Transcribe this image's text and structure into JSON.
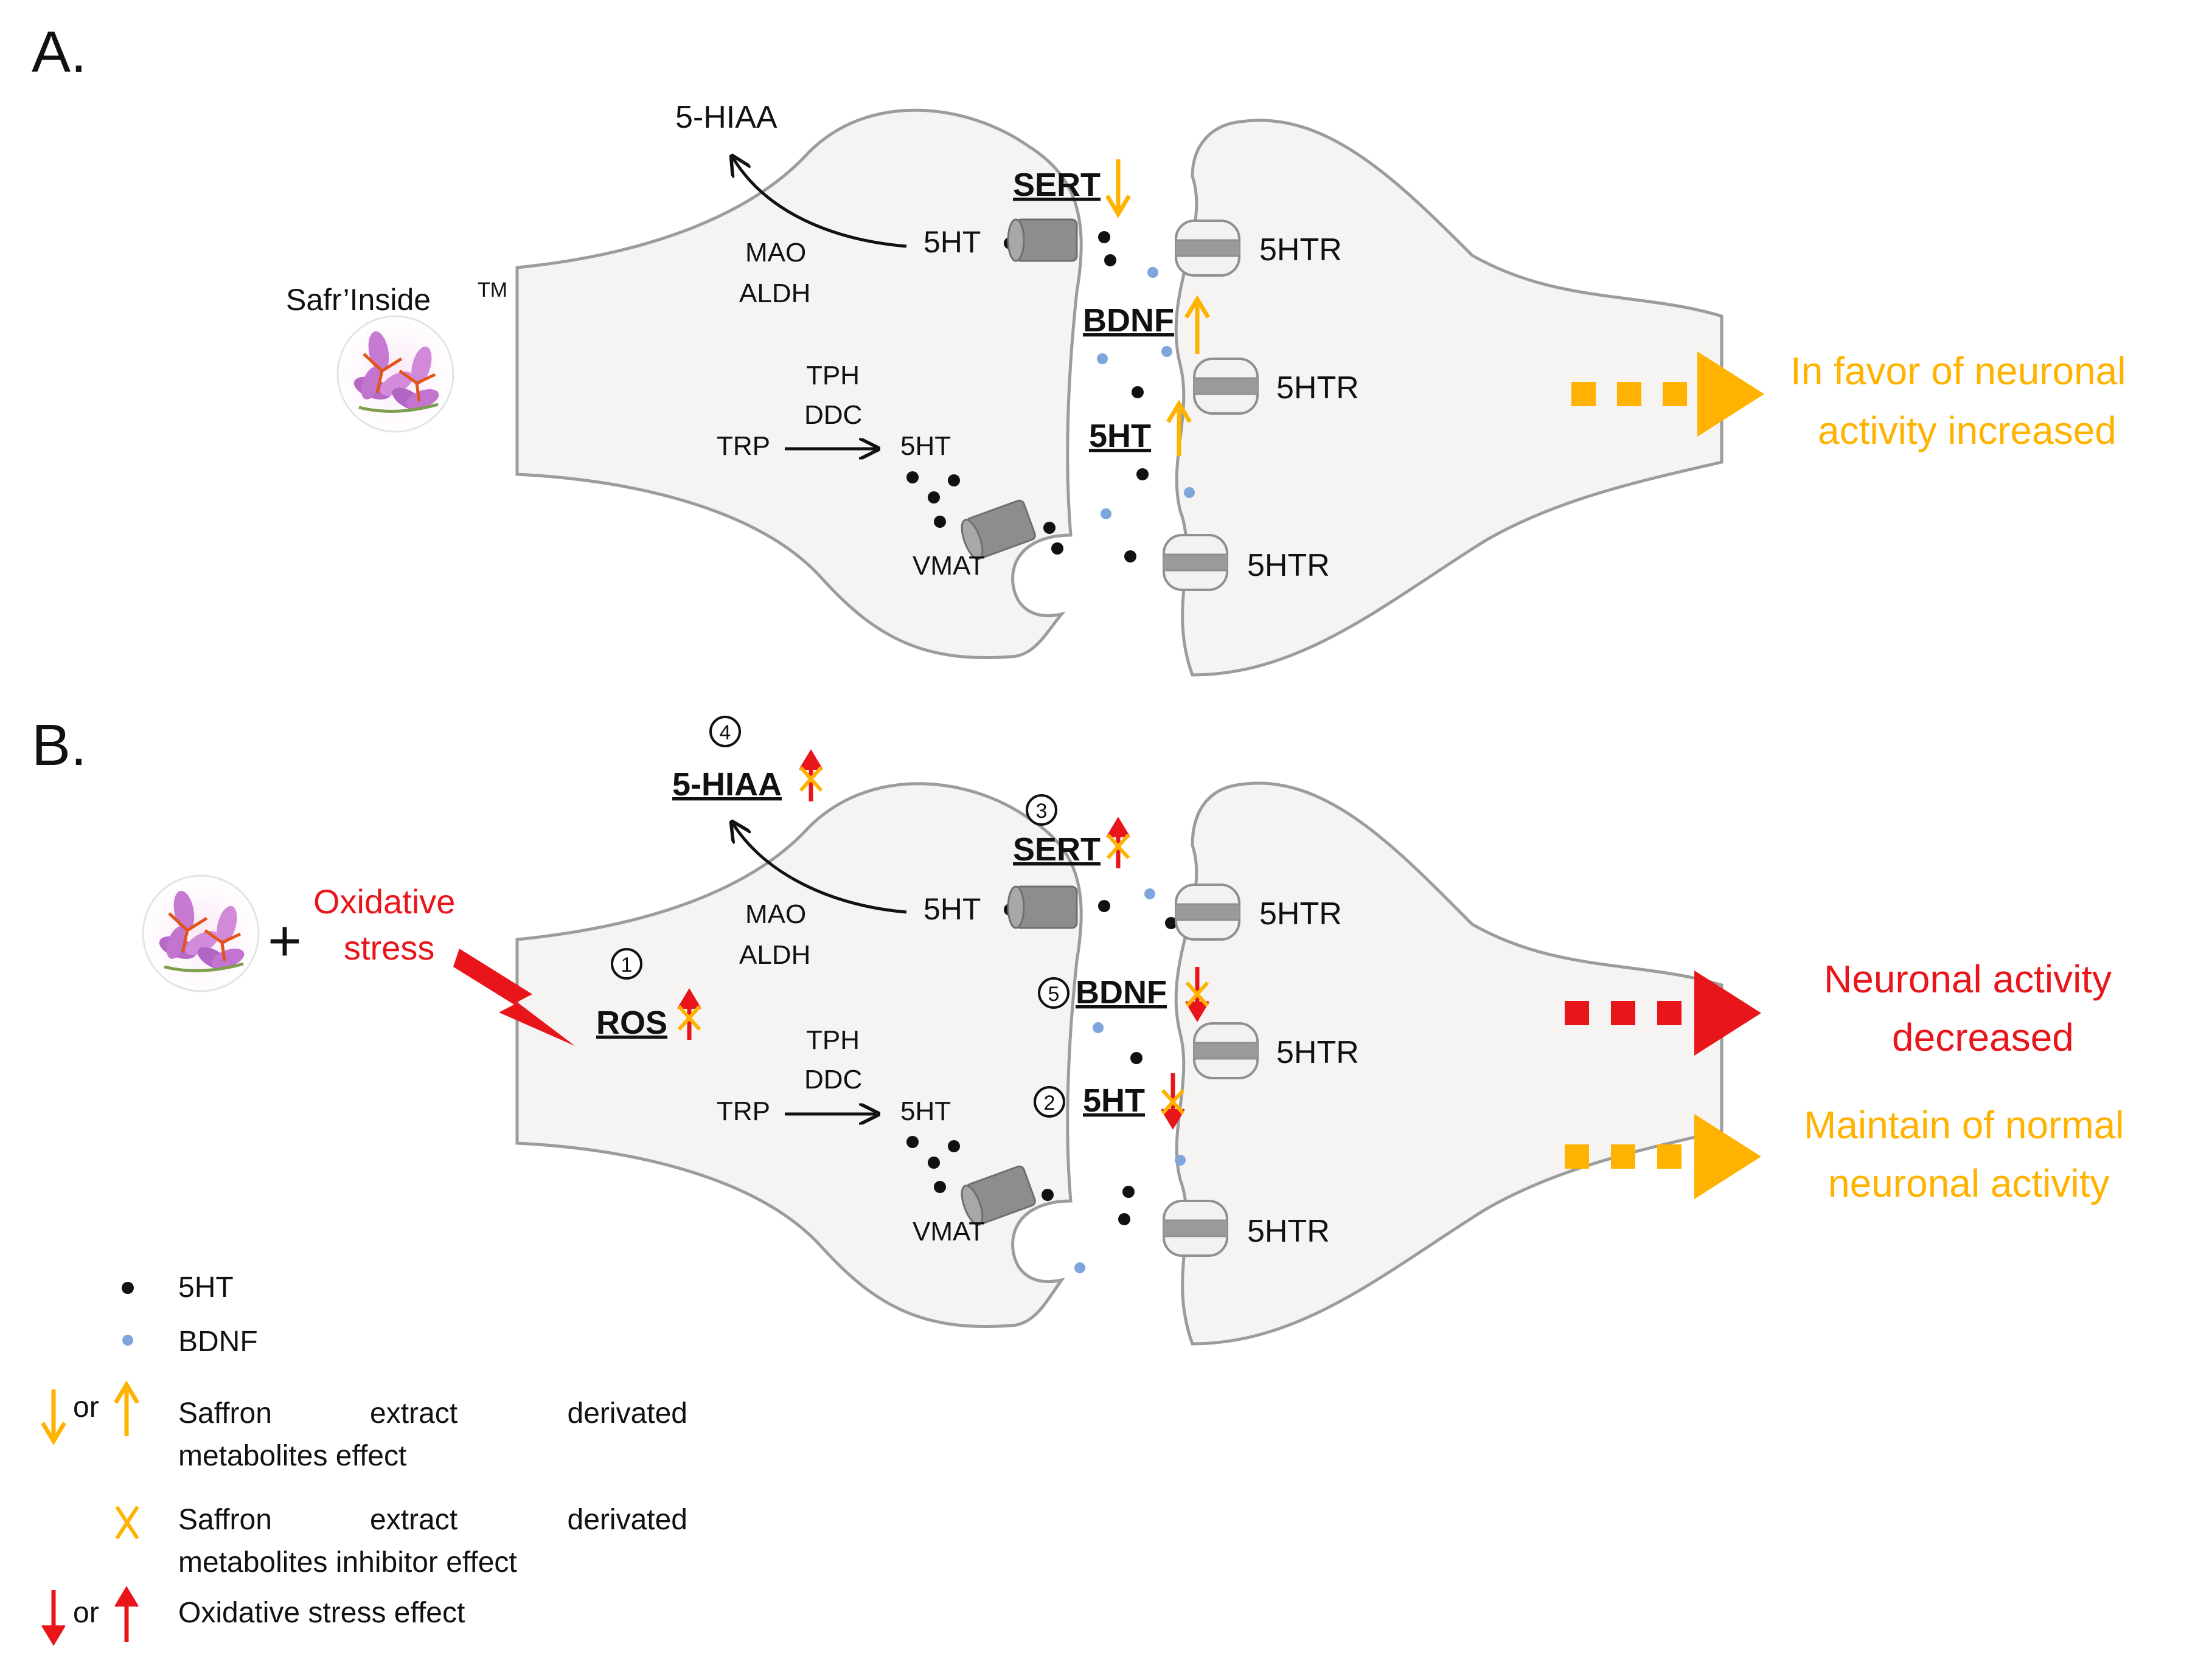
{
  "panelA": {
    "letter": "A.",
    "brand": "Safr’Inside",
    "brand_tm": "TM",
    "hiaa": "5-HIAA",
    "mao": "MAO",
    "aldh": "ALDH",
    "sert": "SERT",
    "bdnf": "BDNF",
    "ht_cleft": "5HT",
    "ht_pre_top": "5HT",
    "ht_pre_mid": "5HT",
    "tph": "TPH",
    "ddc": "DDC",
    "trp": "TRP",
    "vmat": "VMAT",
    "r1": "5HTR",
    "r2": "5HTR",
    "r3": "5HTR",
    "outcome_line1": "In favor of neuronal",
    "outcome_line2": "activity increased"
  },
  "panelB": {
    "letter": "B.",
    "plus": "+",
    "stress_line1": "Oxidative",
    "stress_line2": "stress",
    "n1": "1",
    "n2": "2",
    "n3": "3",
    "n4": "4",
    "n5": "5",
    "hiaa": "5-HIAA",
    "ros": "ROS",
    "mao": "MAO",
    "aldh": "ALDH",
    "sert": "SERT",
    "bdnf": "BDNF",
    "ht_cleft": "5HT",
    "ht_pre_top": "5HT",
    "ht_pre_mid": "5HT",
    "tph": "TPH",
    "ddc": "DDC",
    "trp": "TRP",
    "vmat": "VMAT",
    "r1": "5HTR",
    "r2": "5HTR",
    "r3": "5HTR",
    "outcome_red_line1": "Neuronal activity",
    "outcome_red_line2": "decreased",
    "outcome_orange_line1": "Maintain of normal",
    "outcome_orange_line2": "neuronal activity"
  },
  "legend": {
    "ht": "5HT",
    "bdnf": "BDNF",
    "or1": "or",
    "saffron_line1_w1": "Saffron",
    "saffron_line1_w2": "extract",
    "saffron_line1_w3": "derivated",
    "saffron_line2": "metabolites effect",
    "inhib_line1_w1": "Saffron",
    "inhib_line1_w2": "extract",
    "inhib_line1_w3": "derivated",
    "inhib_line2": "metabolites inhibitor effect",
    "or2": "or",
    "oxidative": "Oxidative stress effect"
  },
  "colors": {
    "saffron_orange": "#FFB300",
    "stress_red": "#E8161B",
    "neuron_fill": "#F6F3F3",
    "neuron_stroke": "#9C9C9C",
    "bdnf_blue": "#7EA6DB"
  }
}
